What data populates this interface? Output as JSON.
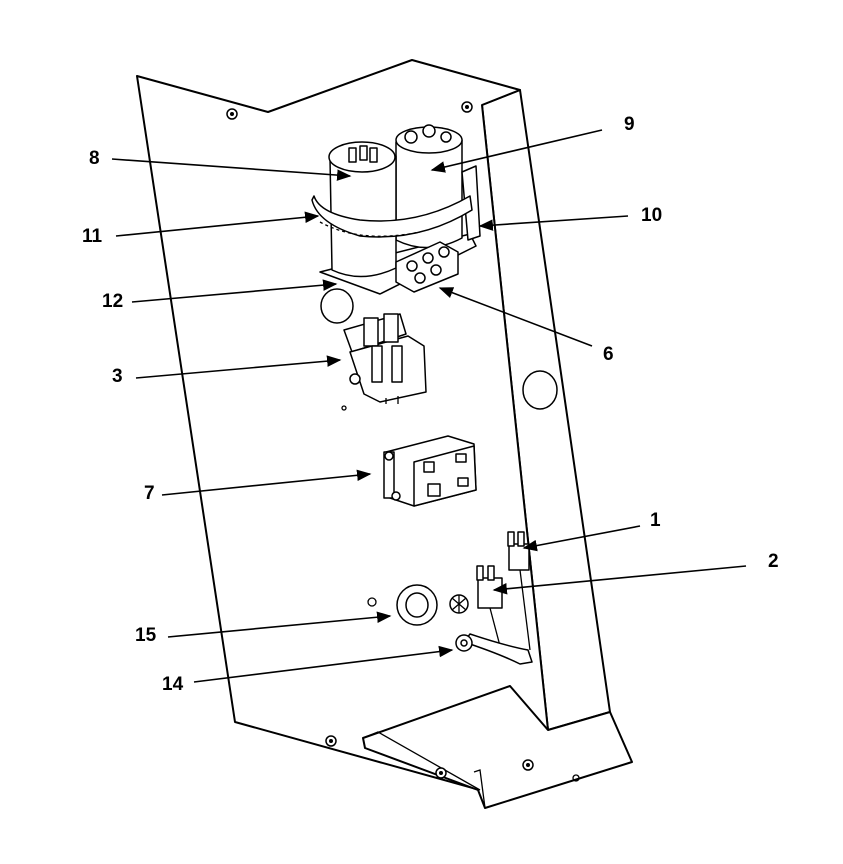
{
  "callouts": {
    "c1": "1",
    "c2": "2",
    "c3": "3",
    "c6": "6",
    "c7": "7",
    "c8": "8",
    "c9": "9",
    "c10": "10",
    "c11": "11",
    "c12": "12",
    "c14": "14",
    "c15": "15"
  },
  "colors": {
    "line": "#000000",
    "background": "#ffffff"
  }
}
